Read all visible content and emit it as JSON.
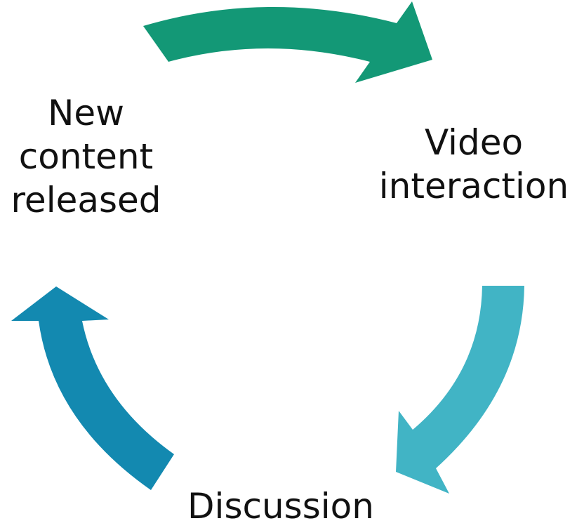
{
  "diagram": {
    "type": "cycle",
    "nodes": [
      {
        "id": "new",
        "lines": [
          "New",
          "content",
          "released"
        ]
      },
      {
        "id": "video",
        "lines": [
          "Video",
          "interaction"
        ]
      },
      {
        "id": "discussion",
        "lines": [
          "Discussion"
        ]
      }
    ],
    "arrows": [
      {
        "from": "new",
        "to": "video",
        "color": "#139876",
        "icon": "curved-arrow-right"
      },
      {
        "from": "video",
        "to": "discussion",
        "color": "#41b4c5",
        "icon": "curved-arrow-down-left"
      },
      {
        "from": "discussion",
        "to": "new",
        "color": "#1389b0",
        "icon": "curved-arrow-up"
      }
    ]
  }
}
